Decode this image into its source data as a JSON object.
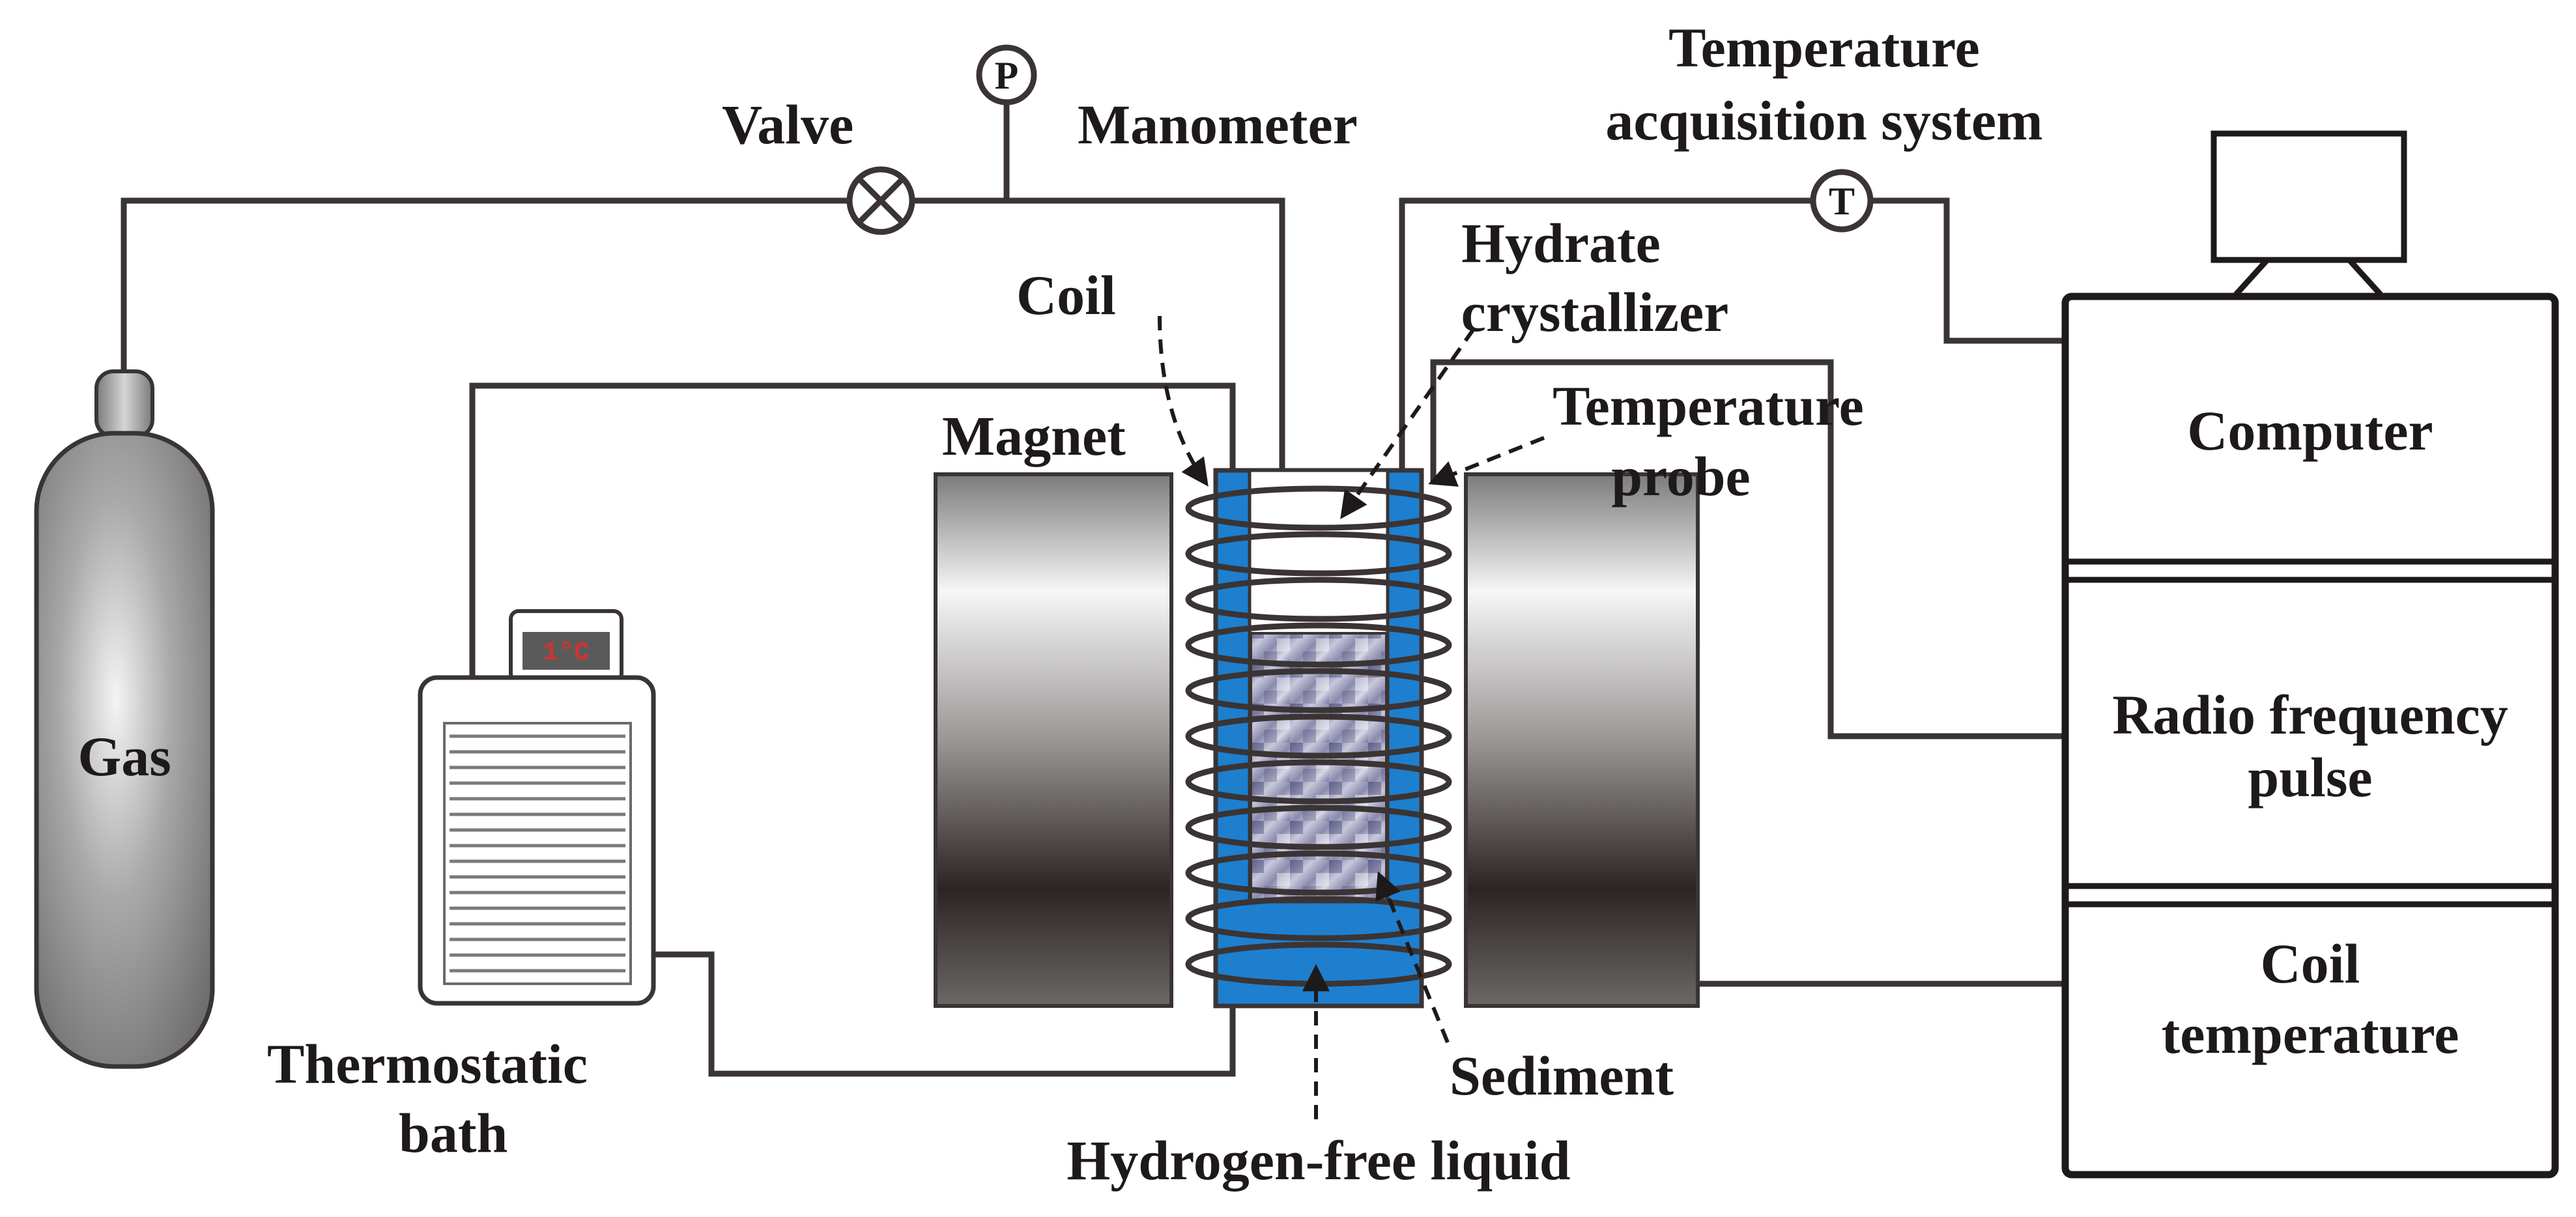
{
  "labels": {
    "valve": "Valve",
    "manometer": "Manometer",
    "temp_acq_line1": "Temperature",
    "temp_acq_line2": "acquisition system",
    "hydrate_line1": "Hydrate",
    "hydrate_line2": "crystallizer",
    "coil": "Coil",
    "magnet": "Magnet",
    "temp_probe_line1": "Temperature",
    "temp_probe_line2": "probe",
    "gas": "Gas",
    "thermostatic_line1": "Thermostatic",
    "thermostatic_line2": "bath",
    "sediment": "Sediment",
    "hydrogen_free_liquid": "Hydrogen-free liquid"
  },
  "instruments": {
    "manometer_symbol": "P",
    "thermometer_symbol": "T"
  },
  "bath_display": "1°C",
  "computer": {
    "section1": "Computer",
    "section2_line1": "Radio frequency",
    "section2_line2": "pulse",
    "section3_line1": "Coil",
    "section3_line2": "temperature"
  },
  "colors": {
    "line": "#3a3434",
    "liquid": "#1e7fcf",
    "display_bg": "#5a5a5a",
    "display_text": "#d23232"
  }
}
